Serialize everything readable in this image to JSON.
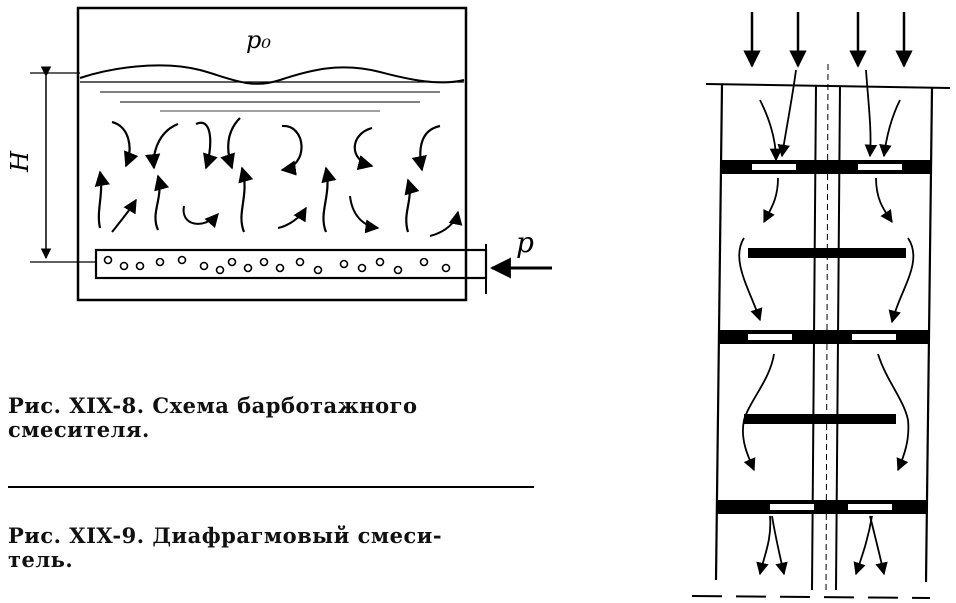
{
  "figure_8": {
    "label_p0": "p₀",
    "label_H": "H",
    "label_p": "p",
    "caption_line1": "Рис.  XIX-8.  Схема  барботажного",
    "caption_line2": "смесителя."
  },
  "figure_9": {
    "caption_line1": "Рис.  XIX-9.  Диафрагмовый  смеси-",
    "caption_line2": "тель."
  },
  "colors": {
    "ink": "#000000",
    "paper": "#ffffff"
  }
}
